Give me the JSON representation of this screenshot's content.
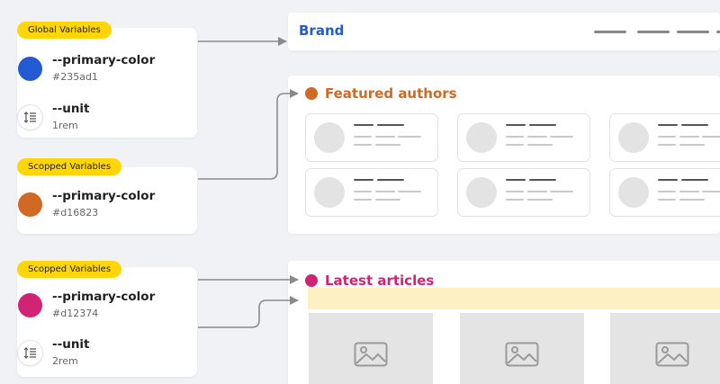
{
  "left": {
    "global": {
      "label": "Global Variables",
      "vars": [
        {
          "name": "--primary-color",
          "value": "#235ad1",
          "color": "#235ad1",
          "icon": "color-swatch"
        },
        {
          "name": "--unit",
          "value": "1rem",
          "icon": "line-height-icon"
        }
      ]
    },
    "scoped1": {
      "label": "Scopped Variables",
      "vars": [
        {
          "name": "--primary-color",
          "value": "#d16823",
          "color": "#d16823",
          "icon": "color-swatch"
        }
      ]
    },
    "scoped2": {
      "label": "Scopped Variables",
      "vars": [
        {
          "name": "--primary-color",
          "value": "#d12374",
          "color": "#d12374",
          "icon": "color-swatch"
        },
        {
          "name": "--unit",
          "value": "2rem",
          "icon": "line-height-icon"
        }
      ]
    }
  },
  "header": {
    "brand": "Brand",
    "brand_color": "#235ad1"
  },
  "featured": {
    "title": "Featured authors",
    "color": "#d16823"
  },
  "latest": {
    "title": "Latest articles",
    "color": "#d12374",
    "highlight": "#fdf0c2"
  },
  "colors": {
    "pill": "#ffd60a",
    "arrow": "#8a8a8a"
  }
}
